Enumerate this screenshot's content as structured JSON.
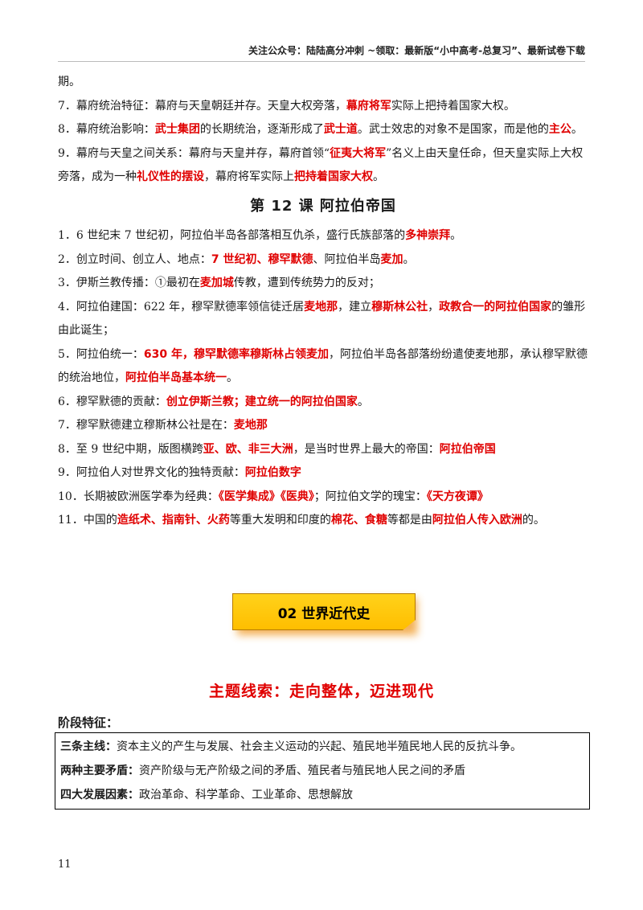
{
  "header": {
    "text": "关注公众号：陆陆高分冲刺  ~领取：最新版“小中高考-总复习”、最新试卷下载"
  },
  "prev_items": [
    {
      "segments": [
        {
          "t": "期。",
          "r": false
        }
      ]
    },
    {
      "segments": [
        {
          "t": "7．幕府统治特征：幕府与天皇朝廷并存。天皇大权旁落，",
          "r": false
        },
        {
          "t": "幕府将军",
          "r": true
        },
        {
          "t": "实际上把持着国家大权。",
          "r": false
        }
      ]
    },
    {
      "segments": [
        {
          "t": "8．幕府统治影响：",
          "r": false
        },
        {
          "t": "武士集团",
          "r": true
        },
        {
          "t": "的长期统治，逐渐形成了",
          "r": false
        },
        {
          "t": "武士道",
          "r": true
        },
        {
          "t": "。武士效忠的对象不是国家，而是他的",
          "r": false
        },
        {
          "t": "主公",
          "r": true
        },
        {
          "t": "。",
          "r": false
        }
      ]
    },
    {
      "segments": [
        {
          "t": "9．幕府与天皇之间关系：幕府与天皇并存，幕府首领“",
          "r": false
        },
        {
          "t": "征夷大将军",
          "r": true
        },
        {
          "t": "”名义上由天皇任命，但天皇实际上大权旁落，成为一种",
          "r": false
        },
        {
          "t": "礼仪性的摆设",
          "r": true
        },
        {
          "t": "，幕府将军实际上",
          "r": false
        },
        {
          "t": "把持着国家大权",
          "r": true
        },
        {
          "t": "。",
          "r": false
        }
      ]
    }
  ],
  "lesson_title": "第 12 课  阿拉伯帝国",
  "lesson_items": [
    {
      "segments": [
        {
          "t": "1．6 世纪末 7 世纪初，阿拉伯半岛各部落相互仇杀，盛行氏族部落的",
          "r": false
        },
        {
          "t": "多神崇拜",
          "r": true
        },
        {
          "t": "。",
          "r": false
        }
      ]
    },
    {
      "segments": [
        {
          "t": "2．创立时间、创立人、地点：",
          "r": false
        },
        {
          "t": "7 世纪初、穆罕默德",
          "r": true
        },
        {
          "t": "、阿拉伯半岛",
          "r": false
        },
        {
          "t": "麦加",
          "r": true
        },
        {
          "t": "。",
          "r": false
        }
      ]
    },
    {
      "segments": [
        {
          "t": "3．伊斯兰教传播：①最初在",
          "r": false
        },
        {
          "t": "麦加城",
          "r": true
        },
        {
          "t": "传教，遭到传统势力的反对；",
          "r": false
        }
      ]
    },
    {
      "segments": [
        {
          "t": "4．阿拉伯建国：622 年，穆罕默德率领信徒迁居",
          "r": false
        },
        {
          "t": "麦地那",
          "r": true
        },
        {
          "t": "，建立",
          "r": false
        },
        {
          "t": "穆斯林公社",
          "r": true
        },
        {
          "t": "，",
          "r": false
        },
        {
          "t": "政教合一的阿拉伯国家",
          "r": true
        },
        {
          "t": "的雏形由此诞生；",
          "r": false
        }
      ]
    },
    {
      "segments": [
        {
          "t": "5．阿拉伯统一：",
          "r": false
        },
        {
          "t": "630 年，穆罕默德率穆斯林占领麦加",
          "r": true
        },
        {
          "t": "，阿拉伯半岛各部落纷纷遣使麦地那，承认穆罕默德的统治地位，",
          "r": false
        },
        {
          "t": "阿拉伯半岛基本统一",
          "r": true
        },
        {
          "t": "。",
          "r": false
        }
      ]
    },
    {
      "segments": [
        {
          "t": "6．穆罕默德的贡献：",
          "r": false
        },
        {
          "t": "创立伊斯兰教；建立统一的阿拉伯国家",
          "r": true
        },
        {
          "t": "。",
          "r": false
        }
      ]
    },
    {
      "segments": [
        {
          "t": "7．穆罕默德建立穆斯林公社是在：",
          "r": false
        },
        {
          "t": "麦地那",
          "r": true
        }
      ]
    },
    {
      "segments": [
        {
          "t": "8．至 9 世纪中期，版图横跨",
          "r": false
        },
        {
          "t": "亚、欧、非三大洲",
          "r": true
        },
        {
          "t": "，是当时世界上最大的帝国：",
          "r": false
        },
        {
          "t": "阿拉伯帝国",
          "r": true
        }
      ]
    },
    {
      "segments": [
        {
          "t": "9．阿拉伯人对世界文化的独特贡献：",
          "r": false
        },
        {
          "t": "阿拉伯数字",
          "r": true
        }
      ]
    },
    {
      "segments": [
        {
          "t": "10．长期被欧洲医学奉为经典：",
          "r": false
        },
        {
          "t": "《医学集成》《医典》",
          "r": true
        },
        {
          "t": "；阿拉伯文学的瑰宝：",
          "r": false
        },
        {
          "t": "《天方夜谭》",
          "r": true
        }
      ]
    },
    {
      "segments": [
        {
          "t": "11．中国的",
          "r": false
        },
        {
          "t": "造纸术、指南针、火药",
          "r": true
        },
        {
          "t": "等重大发明和印度的",
          "r": false
        },
        {
          "t": "棉花、食糖",
          "r": true
        },
        {
          "t": "等都是由",
          "r": false
        },
        {
          "t": "阿拉伯人传入欧洲",
          "r": true
        },
        {
          "t": "的。",
          "r": false
        }
      ]
    }
  ],
  "section_banner": "02  世界近代史",
  "theme": "主题线索：走向整体，迈进现代",
  "stage_label": "阶段特征：",
  "features": [
    {
      "key": "三条主线：",
      "text": "资本主义的产生与发展、社会主义运动的兴起、殖民地半殖民地人民的反抗斗争。"
    },
    {
      "key": "两种主要矛盾：",
      "text": "资产阶级与无产阶级之间的矛盾、殖民者与殖民地人民之间的矛盾"
    },
    {
      "key": "四大发展因素：",
      "text": "政治革命、科学革命、工业革命、思想解放"
    }
  ],
  "page_number": "11",
  "colors": {
    "highlight": "#e00000",
    "banner": "#ffc400"
  }
}
